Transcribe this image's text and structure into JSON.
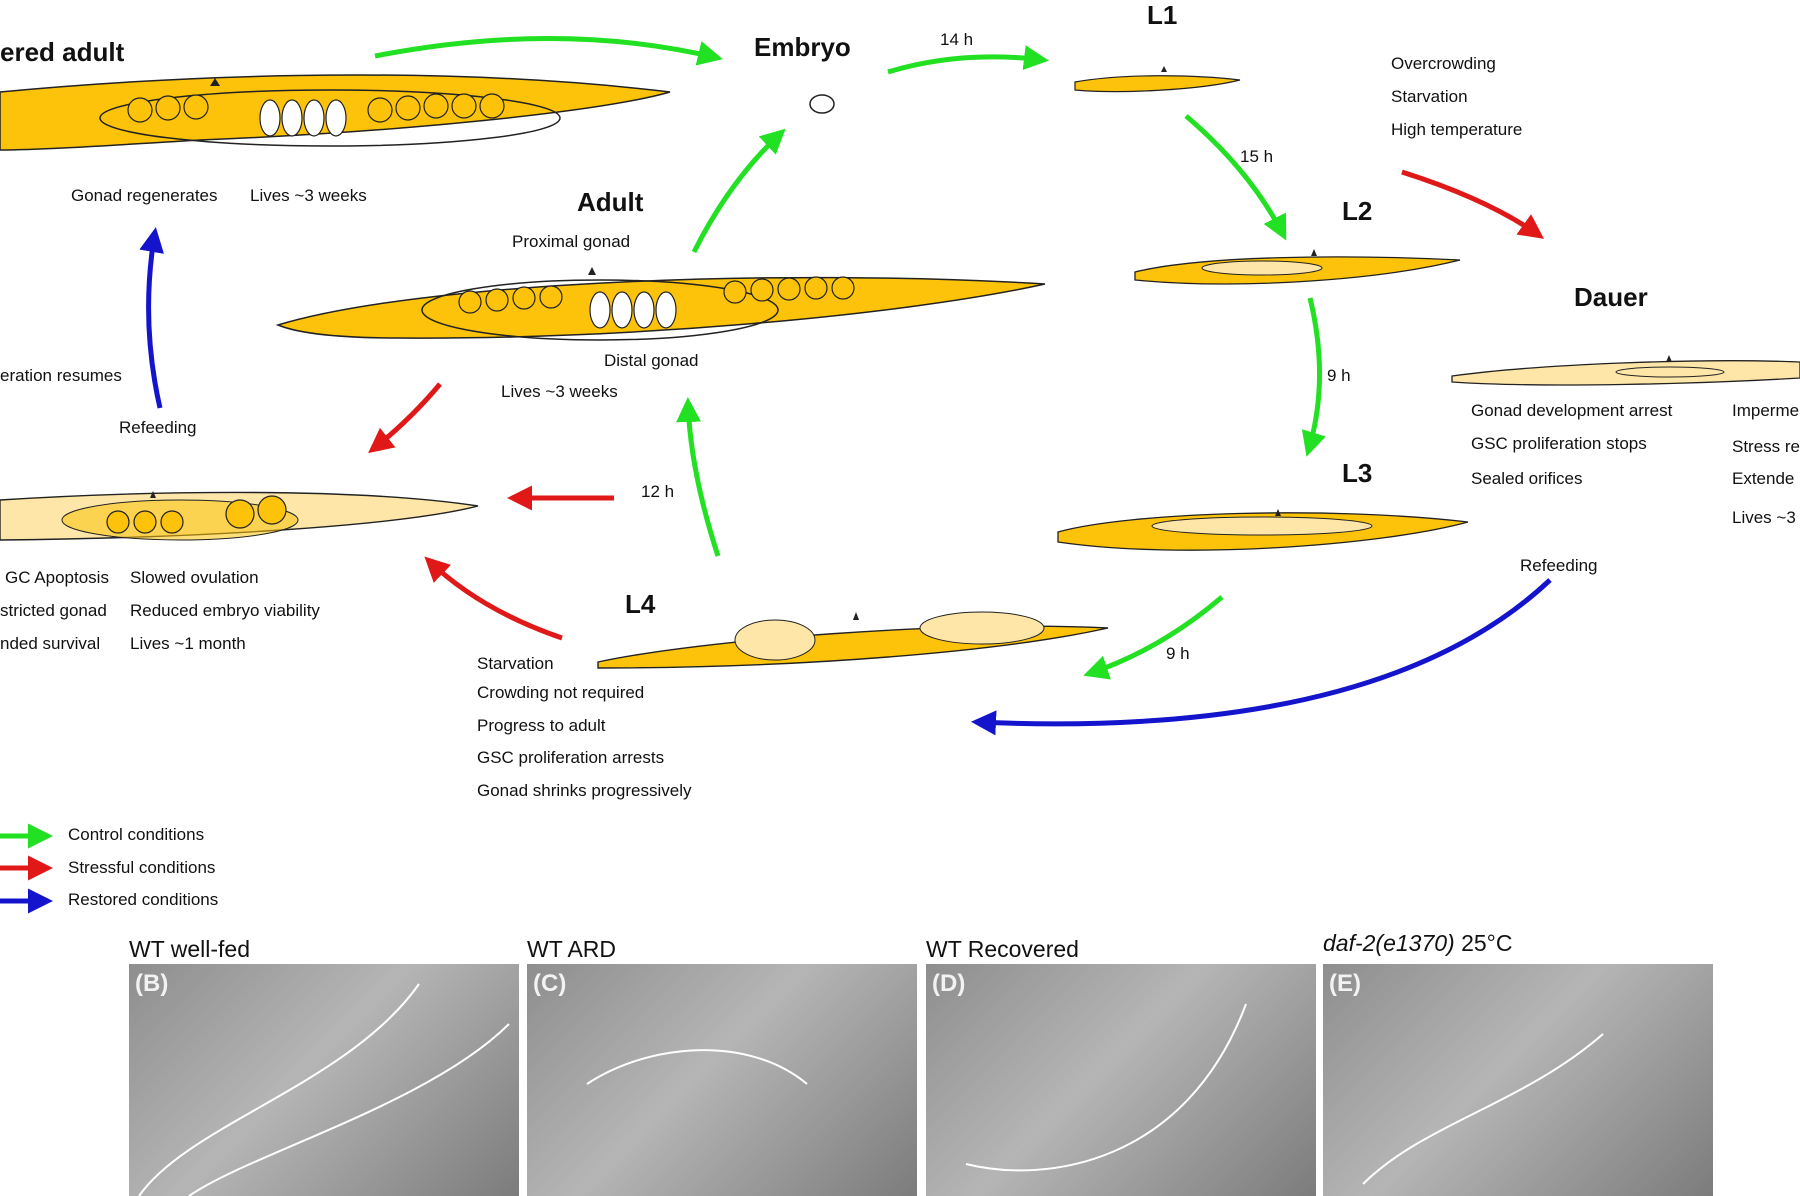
{
  "stages": {
    "recovered_adult": "ered adult",
    "embryo": "Embryo",
    "l1": "L1",
    "l2": "L2",
    "l3": "L3",
    "l4": "L4",
    "adult": "Adult",
    "dauer": "Dauer"
  },
  "durations": {
    "embryo_l1": "14 h",
    "l1_l2": "15 h",
    "l2_l3": "9 h",
    "l3_l4": "9 h",
    "l4_adult": "12 h"
  },
  "recovered_notes": {
    "gonad": "Gonad regenerates",
    "lives": "Lives ~3 weeks",
    "proliferation": "eration resumes",
    "refeeding": "Refeeding"
  },
  "adult_notes": {
    "proximal": "Proximal gonad",
    "distal": "Distal gonad",
    "lives": "Lives ~3 weeks"
  },
  "dauer_triggers": [
    "Overcrowding",
    "Starvation",
    "High temperature"
  ],
  "dauer_notes_left": [
    "Gonad development arrest",
    "GSC proliferation stops",
    "Sealed orifices"
  ],
  "dauer_notes_right": [
    "Imperme",
    "Stress re",
    "Extende",
    "Lives ~3"
  ],
  "dauer_refeeding": "Refeeding",
  "ard_notes_left": [
    "GC Apoptosis",
    "stricted gonad",
    "nded survival"
  ],
  "ard_notes_right": [
    "Slowed ovulation",
    "Reduced embryo viability",
    "Lives ~1 month"
  ],
  "l4_notes": [
    "Starvation",
    "Crowding not required",
    "Progress to adult",
    "GSC proliferation arrests",
    "Gonad shrinks progressively"
  ],
  "legend": [
    "Control conditions",
    "Stressful conditions",
    "Restored conditions"
  ],
  "colors": {
    "control": "#22e022",
    "stress": "#e01818",
    "restored": "#1414cc",
    "worm_body": "#fcc30a",
    "worm_pale": "#fde6a8"
  },
  "panels": [
    {
      "letter": "(B)",
      "title": "WT well-fed"
    },
    {
      "letter": "(C)",
      "title": "WT ARD"
    },
    {
      "letter": "(D)",
      "title": "WT Recovered"
    },
    {
      "letter": "(E)",
      "title_italic": "daf-2(e1370)",
      "title_rest": " 25°C"
    }
  ]
}
